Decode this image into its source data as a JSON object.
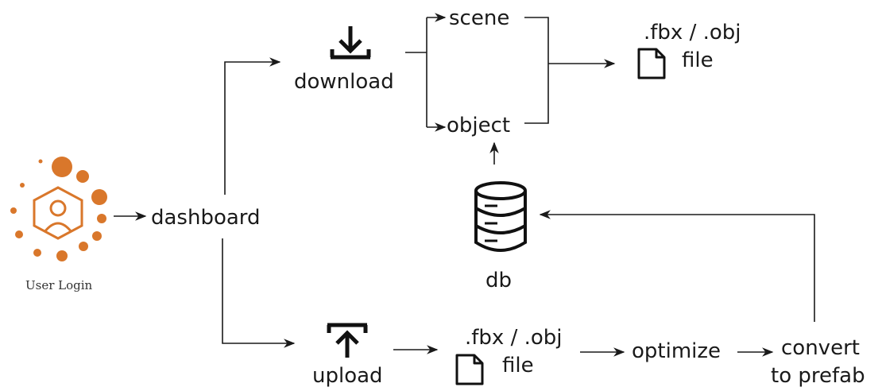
{
  "nodes": {
    "user_login": {
      "label": "User Login",
      "icon": "user-login-icon",
      "accent": "#d9772b"
    },
    "dashboard": {
      "label": "dashboard"
    },
    "download": {
      "label": "download",
      "icon": "download-icon"
    },
    "scene": {
      "label": "scene"
    },
    "object": {
      "label": "object"
    },
    "download_file": {
      "label_line1": ".fbx / .obj",
      "label_line2": "file",
      "icon": "file-icon"
    },
    "db": {
      "label": "db",
      "icon": "database-icon"
    },
    "upload": {
      "label": "upload",
      "icon": "upload-icon"
    },
    "upload_file": {
      "label_line1": ".fbx / .obj",
      "label_line2": "file",
      "icon": "file-icon"
    },
    "optimize": {
      "label": "optimize"
    },
    "convert": {
      "label_line1": "convert",
      "label_line2": "to prefab"
    }
  },
  "colors": {
    "line": "#1a1a1a",
    "accent": "#d9772b"
  }
}
